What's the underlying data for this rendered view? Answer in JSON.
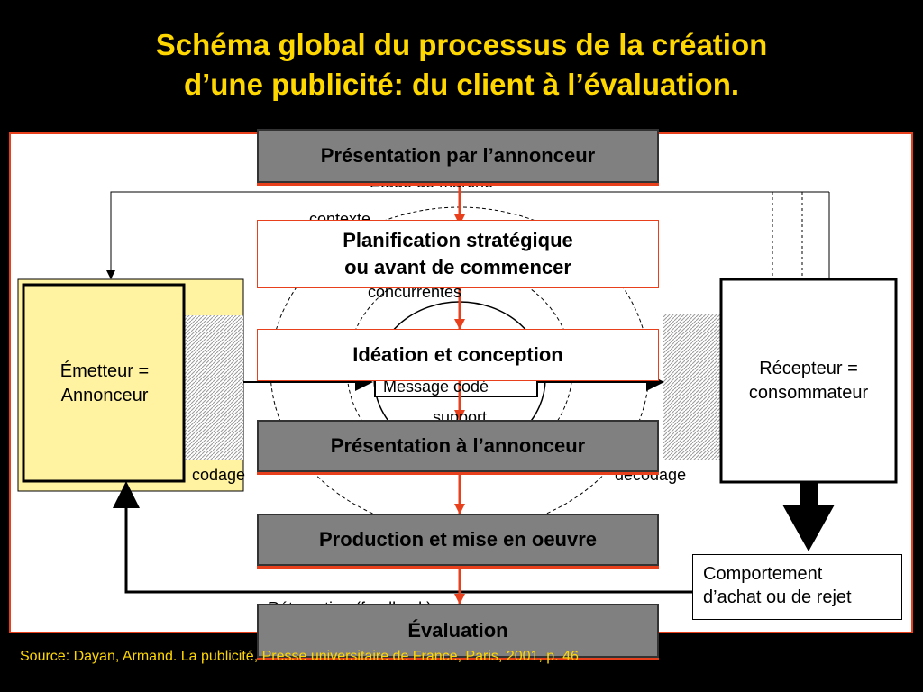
{
  "title": {
    "line1": "Schéma global du processus de la création",
    "line2": "d’une publicité: du client à l’évaluation."
  },
  "diagram": {
    "emitter": {
      "line1": "Émetteur =",
      "line2": "Annonceur"
    },
    "receiver": {
      "line1": "Récepteur =",
      "line2": "consommateur"
    },
    "behavior": {
      "line1": "Comportement",
      "line2": "d’achat ou de rejet"
    },
    "labels": {
      "market_study": "Étude de marché",
      "context": "contexte",
      "competitors": "concurrentes",
      "message": "Message codé",
      "support": "support",
      "coding": "codage",
      "decoding": "décodage",
      "feedback": "Rétroaction (feedback)"
    }
  },
  "steps": [
    {
      "label": "Présentation par l’annonceur",
      "style": "grey"
    },
    {
      "label": "Planification stratégique\nou avant de commencer",
      "style": "white"
    },
    {
      "label": "Idéation et conception",
      "style": "white"
    },
    {
      "label": "Présentation à l’annonceur",
      "style": "grey"
    },
    {
      "label": "Production et mise en oeuvre",
      "style": "grey"
    },
    {
      "label": "Évaluation",
      "style": "grey"
    }
  ],
  "source": "Source: Dayan, Armand. La publicité, Presse universitaire de France, Paris, 2001, p. 46",
  "colors": {
    "title": "#FFD700",
    "accent": "#E8401C",
    "emitter_fill": "#FFF2A0",
    "step_grey": "#808080"
  }
}
